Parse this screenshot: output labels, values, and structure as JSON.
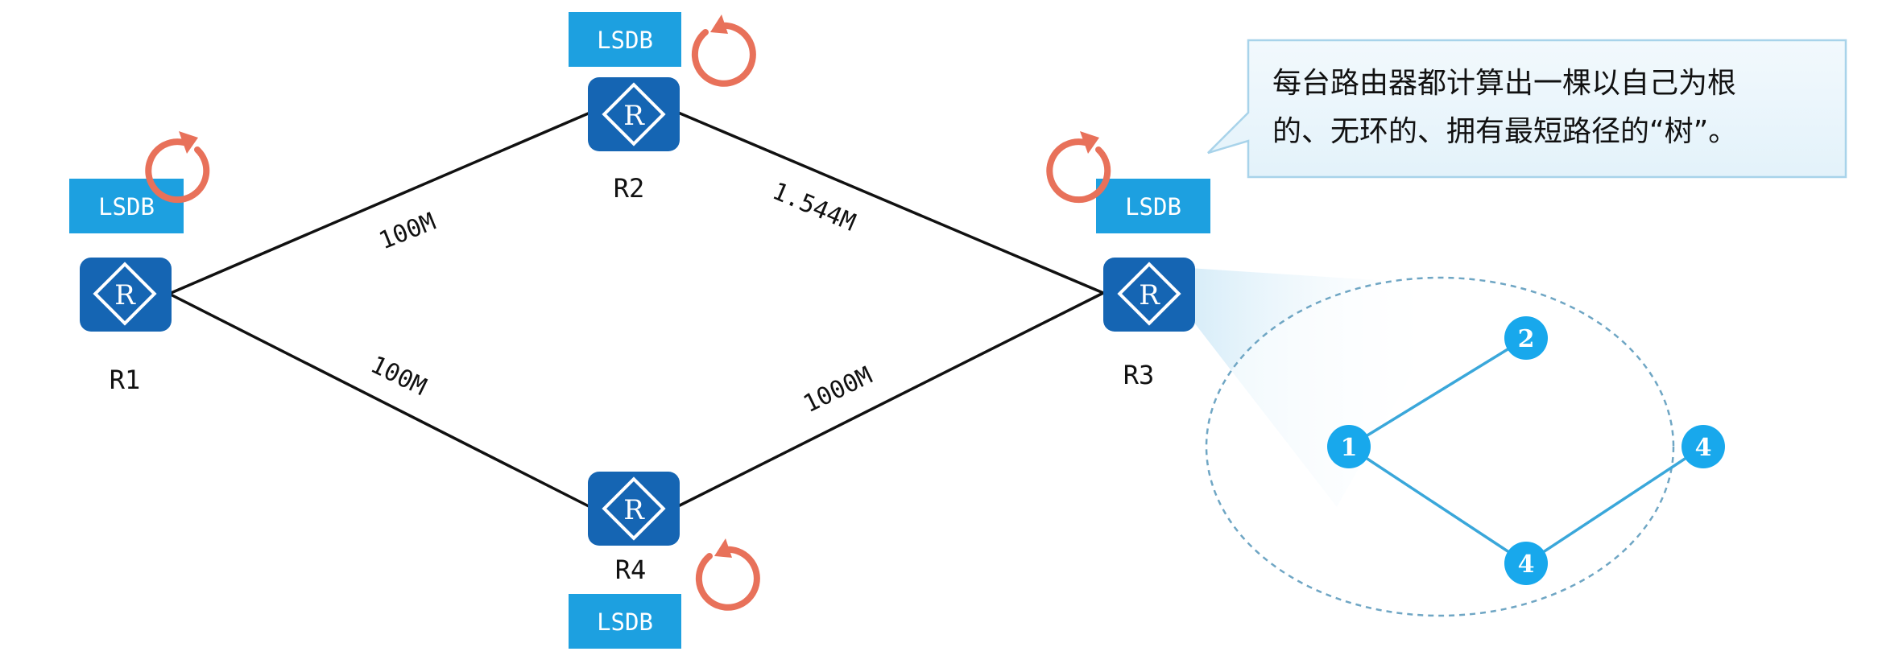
{
  "diagram": {
    "routers": [
      {
        "id": "R1",
        "label": "R1"
      },
      {
        "id": "R2",
        "label": "R2"
      },
      {
        "id": "R3",
        "label": "R3"
      },
      {
        "id": "R4",
        "label": "R4"
      }
    ],
    "links": [
      {
        "from": "R1",
        "to": "R2",
        "bandwidth": "100M"
      },
      {
        "from": "R2",
        "to": "R3",
        "bandwidth": "1.544M"
      },
      {
        "from": "R1",
        "to": "R4",
        "bandwidth": "100M"
      },
      {
        "from": "R4",
        "to": "R3",
        "bandwidth": "1000M"
      }
    ],
    "lsdb_label": "LSDB",
    "callout": {
      "line1": "每台路由器都计算出一棵以自己为根",
      "line2": "的、无环的、拥有最短路径的“树”。"
    },
    "tree": {
      "nodes": [
        {
          "id": "a",
          "label": "1"
        },
        {
          "id": "b",
          "label": "2"
        },
        {
          "id": "c",
          "label": "4"
        },
        {
          "id": "d",
          "label": "4"
        }
      ],
      "edges": [
        {
          "from": "a",
          "to": "b"
        },
        {
          "from": "a",
          "to": "c"
        },
        {
          "from": "c",
          "to": "d"
        }
      ]
    },
    "colors": {
      "router": "#1565b3",
      "lsdb_box": "#1da0e0",
      "callout_bg": "#e9f5fb",
      "callout_border": "#a8d3ea",
      "arrow": "#e8715a",
      "tree_node": "#18a8ec",
      "tree_edge": "#3aa7da",
      "tree_ellipse": "#6fa6c4"
    }
  }
}
